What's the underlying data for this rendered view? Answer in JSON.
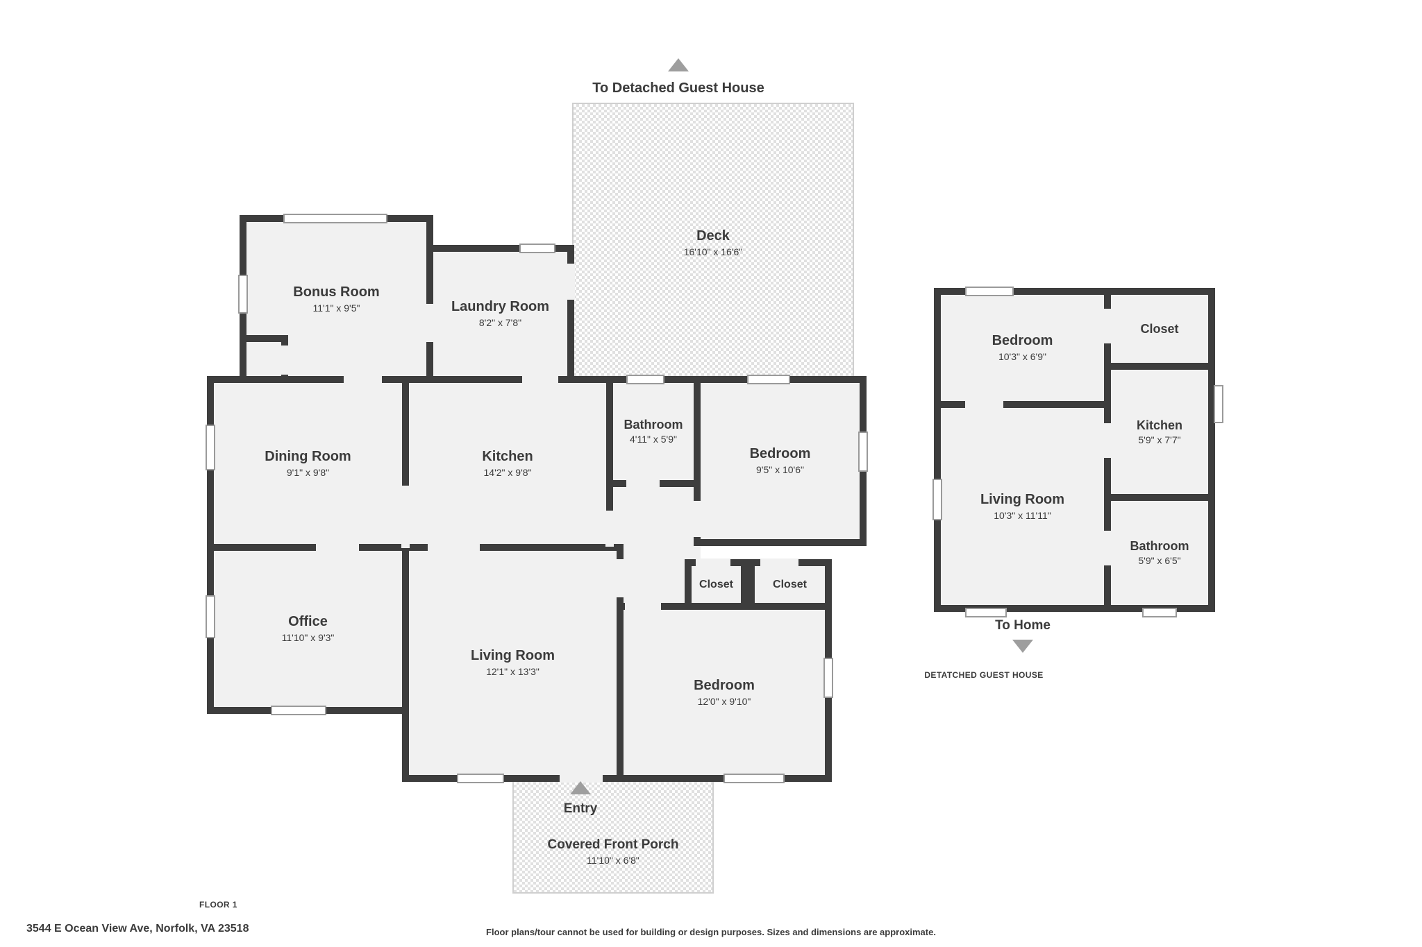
{
  "title_labels": {
    "to_guest_house": "To Detached Guest House",
    "entry": "Entry",
    "to_home": "To Home",
    "guest_house_caption": "DETATCHED GUEST HOUSE",
    "floor_label": "FLOOR 1",
    "address": "3544 E Ocean View Ave, Norfolk, VA 23518",
    "disclaimer": "Floor plans/tour cannot be used for building or design purposes. Sizes and dimensions are approximate."
  },
  "main_house": {
    "deck": {
      "name": "Deck",
      "dims": "16'10\" x 16'6\""
    },
    "bonus_room": {
      "name": "Bonus Room",
      "dims": "11'1\" x 9'5\""
    },
    "laundry_room": {
      "name": "Laundry Room",
      "dims": "8'2\" x 7'8\""
    },
    "dining_room": {
      "name": "Dining Room",
      "dims": "9'1\" x 9'8\""
    },
    "kitchen": {
      "name": "Kitchen",
      "dims": "14'2\" x 9'8\""
    },
    "bathroom": {
      "name": "Bathroom",
      "dims": "4'11\" x 5'9\""
    },
    "bedroom_right": {
      "name": "Bedroom",
      "dims": "9'5\" x 10'6\""
    },
    "office": {
      "name": "Office",
      "dims": "11'10\" x 9'3\""
    },
    "living_room": {
      "name": "Living Room",
      "dims": "12'1\" x 13'3\""
    },
    "closet_left": {
      "name": "Closet"
    },
    "closet_right": {
      "name": "Closet"
    },
    "bedroom_bottom": {
      "name": "Bedroom",
      "dims": "12'0\" x 9'10\""
    },
    "front_porch": {
      "name": "Covered Front Porch",
      "dims": "11'10\" x 6'8\""
    }
  },
  "guest_house": {
    "bedroom": {
      "name": "Bedroom",
      "dims": "10'3\" x 6'9\""
    },
    "closet": {
      "name": "Closet"
    },
    "kitchen": {
      "name": "Kitchen",
      "dims": "5'9\" x 7'7\""
    },
    "living_room": {
      "name": "Living Room",
      "dims": "10'3\" x 11'11\""
    },
    "bathroom": {
      "name": "Bathroom",
      "dims": "5'9\" x 6'5\""
    }
  },
  "colors": {
    "wall": "#3d3d3d",
    "room_fill": "#f1f1f1",
    "hatch": "#e0e0e0",
    "arrow": "#9e9e9e",
    "text": "#3b3b3b"
  }
}
